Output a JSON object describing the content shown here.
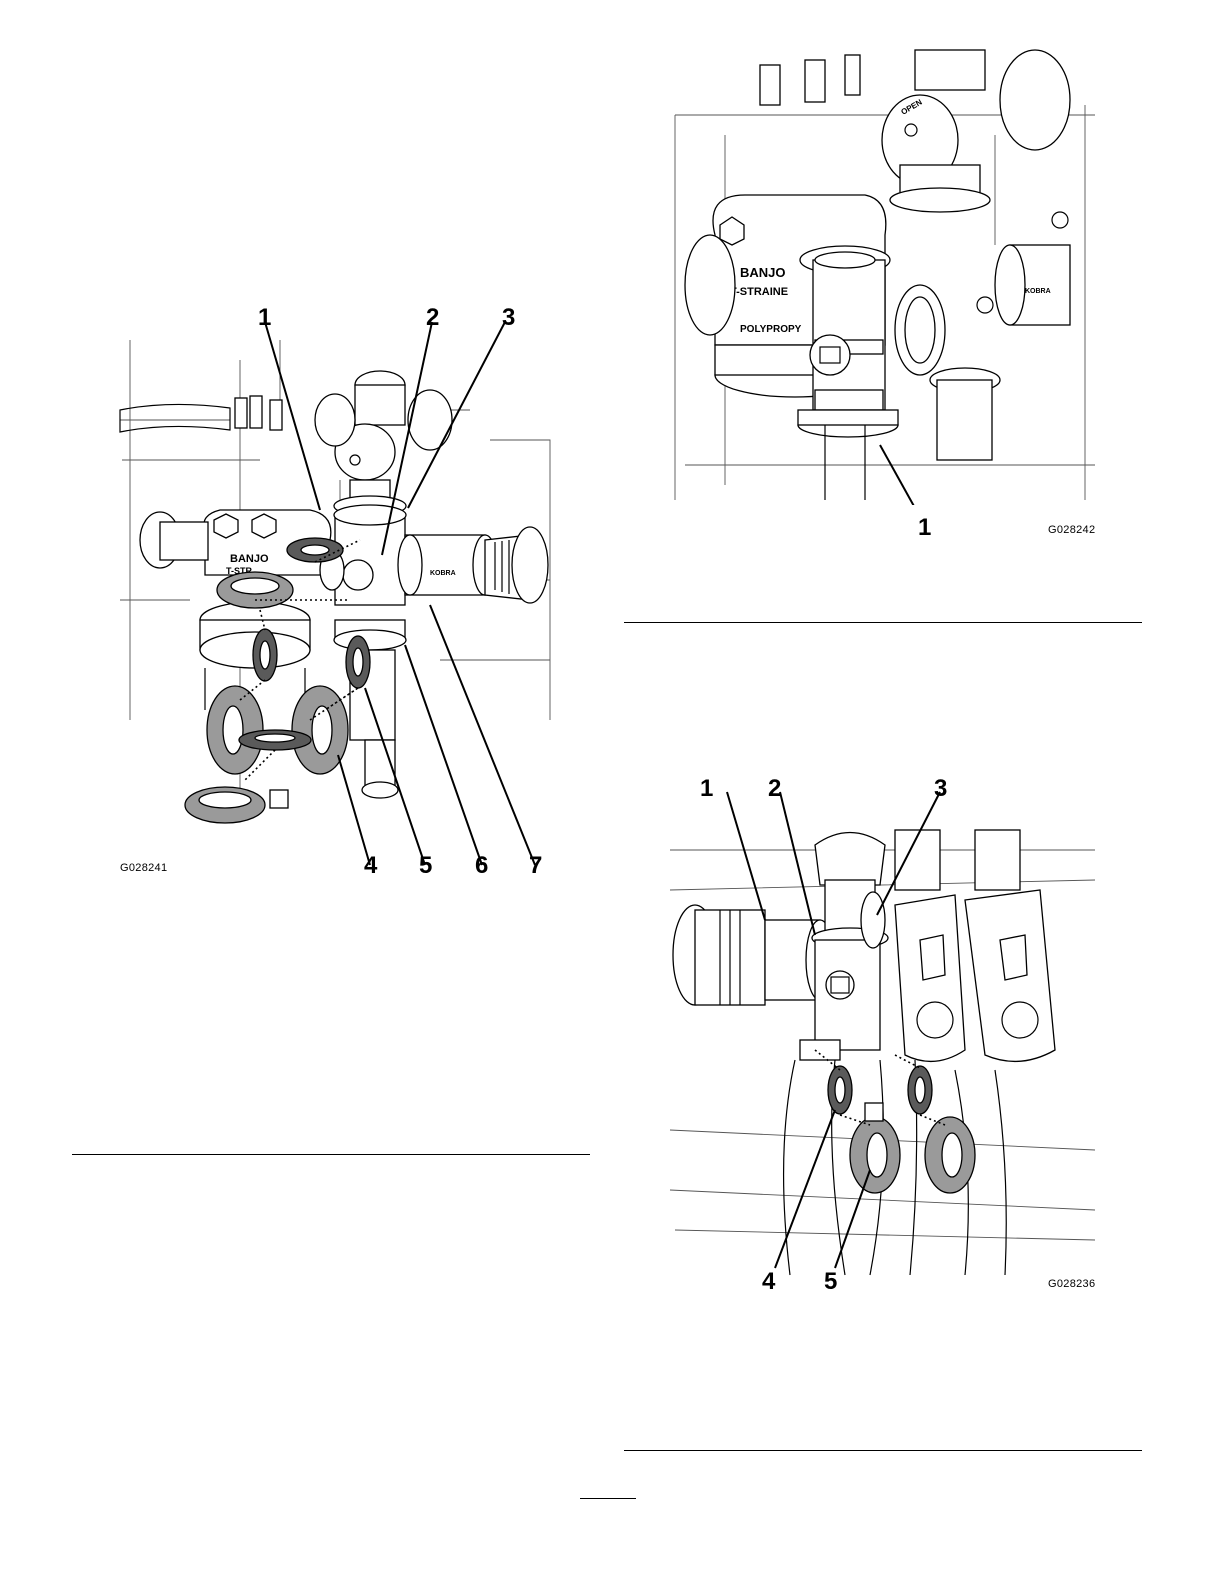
{
  "figures": [
    {
      "id": "G028241",
      "callouts_top": [
        "1",
        "2",
        "3"
      ],
      "callouts_bottom": [
        "4",
        "5",
        "6",
        "7"
      ],
      "labels": {
        "banjo": "BANJO",
        "strainer": "T-STR"
      }
    },
    {
      "id": "G028242",
      "callouts_bottom": [
        "1"
      ],
      "labels": {
        "banjo": "BANJO",
        "strainer": "T-STRAINE",
        "material": "POLYPROPY",
        "valve": "OPEN"
      }
    },
    {
      "id": "G028236",
      "callouts_top": [
        "1",
        "2",
        "3"
      ],
      "callouts_bottom": [
        "4",
        "5"
      ]
    }
  ]
}
